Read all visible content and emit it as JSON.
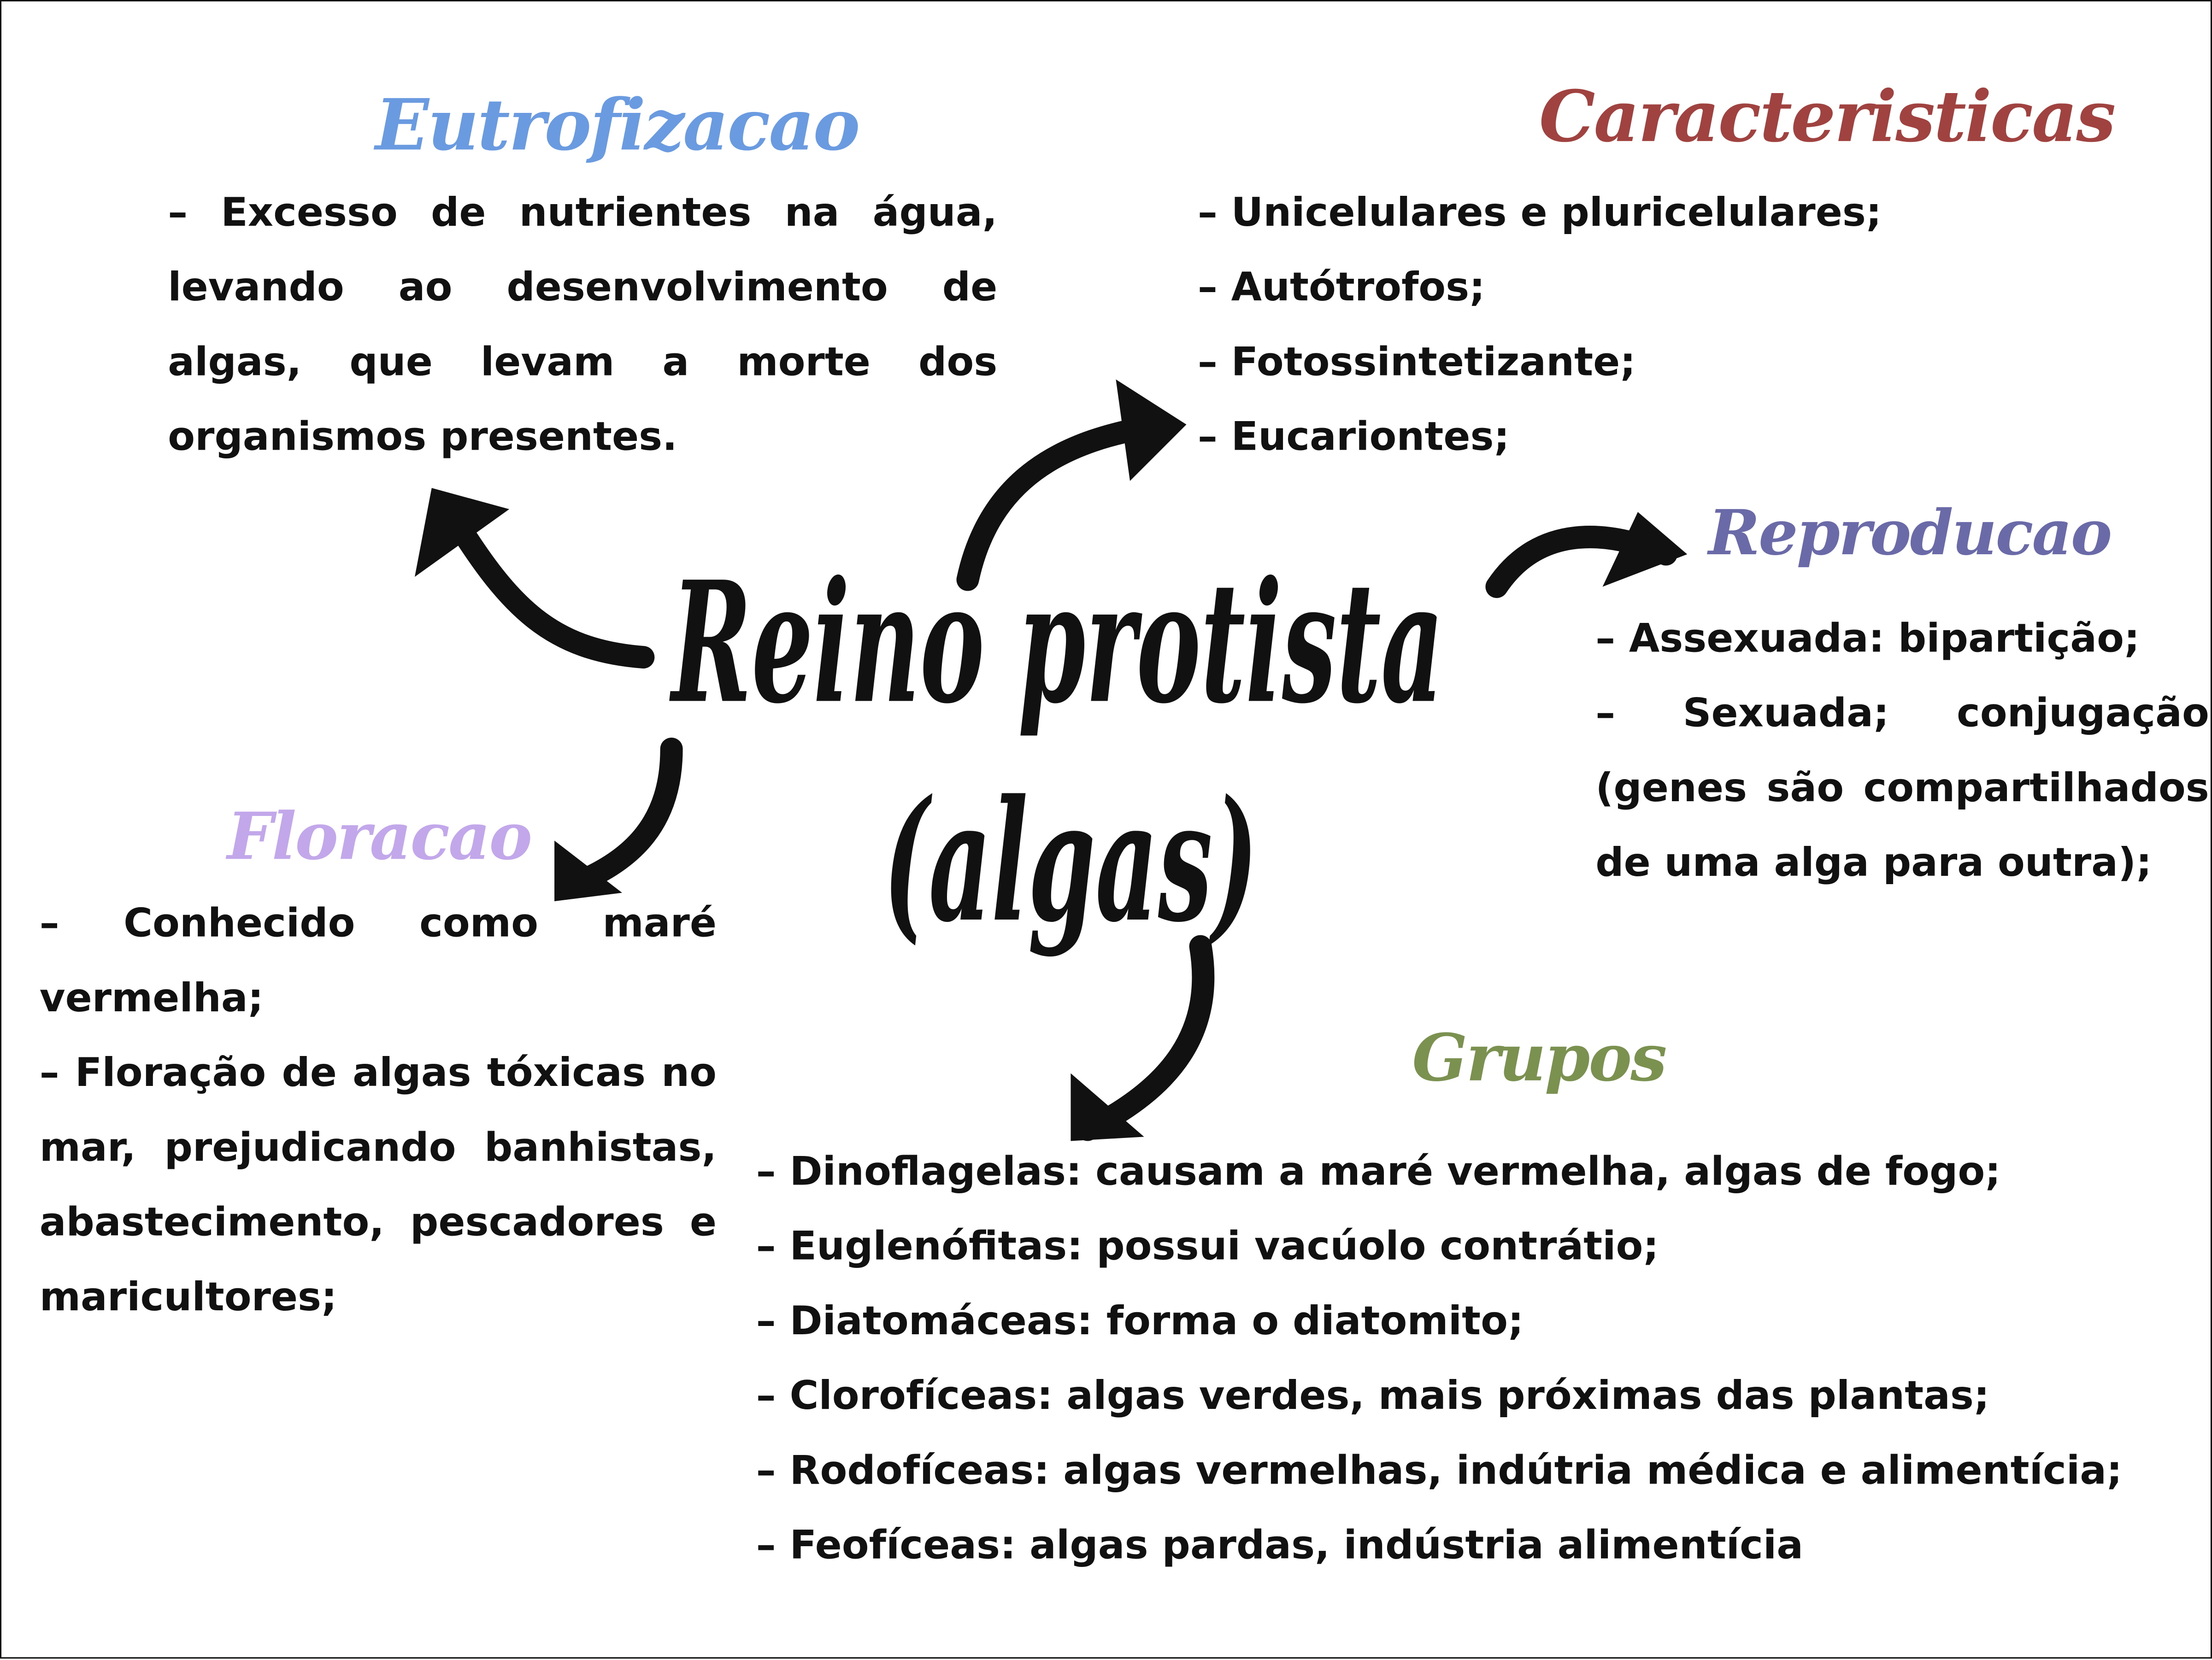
{
  "center": {
    "line1": "Reino protista",
    "line2": "(algas)"
  },
  "sections": {
    "eutrofizacao": {
      "title": "Eutrofizacao",
      "color": "#6a9be0",
      "text": "– Excesso de nutrientes na água, levando ao desenvolvimento de algas, que levam a morte dos organismos presentes."
    },
    "caracteristicas": {
      "title": "Caracteristicas",
      "color": "#a0423f",
      "items": [
        "– Unicelulares e pluricelulares;",
        "– Autótrofos;",
        "– Fotossintetizante;",
        "– Eucariontes;"
      ]
    },
    "reproducao": {
      "title": "Reproducao",
      "color": "#6b6aa8",
      "items": [
        "– Assexuada: bipartição;",
        "– Sexuada; conjugação (genes são compartilhados de uma alga para outra);"
      ]
    },
    "floracao": {
      "title": "Floracao",
      "color": "#c2a8ea",
      "items": [
        "– Conhecido como maré vermelha;",
        "– Floração de algas tóxicas no mar, prejudicando banhistas, abastecimento, pescadores e maricultores;"
      ]
    },
    "grupos": {
      "title": "Grupos",
      "color": "#7a9150",
      "items": [
        "– Dinoflagelas: causam a maré vermelha, algas de fogo;",
        "– Euglenófitas: possui vacúolo contrátio;",
        "– Diatomáceas: forma o diatomito;",
        "– Clorofíceas: algas verdes, mais próximas das plantas;",
        "– Rodofíceas: algas vermelhas, indútria médica e alimentícia;",
        "– Feofíceas: algas pardas, indústria alimentícia"
      ]
    }
  }
}
